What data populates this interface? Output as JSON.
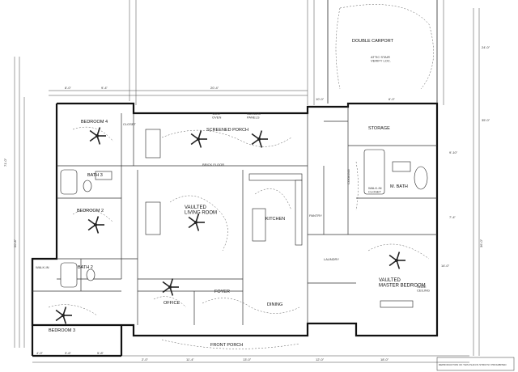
{
  "rooms": {
    "double_carport": "DOUBLE CARPORT",
    "carport_note": "ATTIC STAIR\nVERIFY LOC.",
    "storage": "STORAGE",
    "bedroom4": "BEDROOM 4",
    "screened_porch": "SCREENED PORCH",
    "bath3": "BATH 3",
    "bedroom2": "BEDROOM 2",
    "vaulted_living": "VAULTED\nLIVING ROOM",
    "kitchen": "KITCHEN",
    "m_bath": "M. BATH",
    "walkin_closet": "WALK-IN\nCLOSET",
    "bath2": "BATH 2",
    "walkin": "WALK-IN",
    "office": "OFFICE",
    "foyer": "FOYER",
    "dining": "DINING",
    "laundry": "LAUNDRY",
    "vaulted_master": "VAULTED\nMASTER BEDROOM",
    "bedroom3": "BEDROOM 3",
    "front_porch": "FRONT PORCH",
    "closet": "CLOSET",
    "pantry": "PANTRY",
    "cooking_zone": "COOKING",
    "brick_floor": "BRICK FLOOR",
    "vent_oven": "VENT\nOVEN",
    "screen_panels": "SCREEN\nPANELS",
    "slide_ceiling": "SLIDE\nCEILING"
  },
  "dims": {
    "d1": "8'-0\"",
    "d2": "9'-4\"",
    "d3": "20'-4\"",
    "d4": "10'-0\"",
    "d5": "6'-0\"",
    "d6": "4'-0\"",
    "d7": "3'-6\"",
    "d8": "5'-8\"",
    "d9": "2'-0\"",
    "d10": "11'-4\"",
    "d11": "13'-0\"",
    "d12": "12'-0\"",
    "d13": "18'-0\"",
    "d14": "9'-10\"",
    "d15": "7'-4\"",
    "d16": "24'-0\"",
    "d17": "35'-0\"",
    "d18": "71'-0\"",
    "d19": "50'-8\"",
    "d20": "14'-0\"",
    "d21": "36'-0\""
  },
  "stamp": "REPRODUCTION OF THIS PLAN IS STRICTLY PROHIBITED"
}
